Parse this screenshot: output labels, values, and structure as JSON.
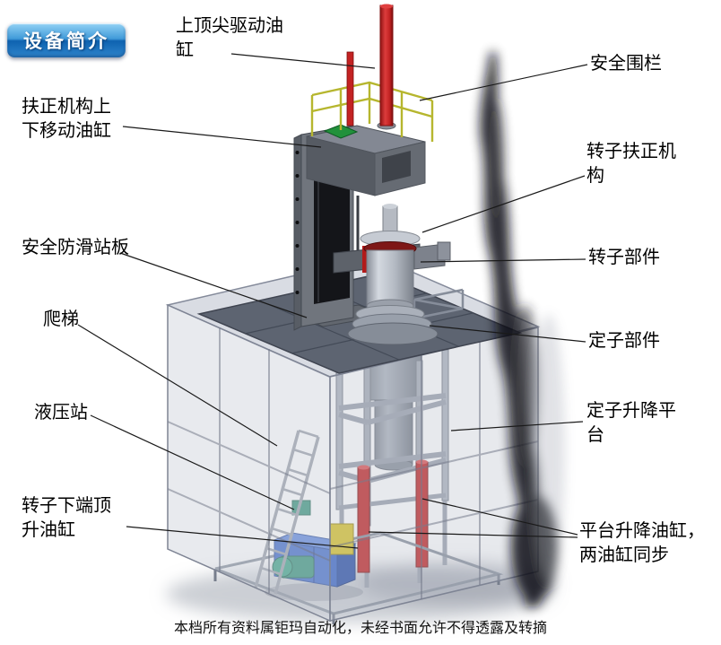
{
  "page": {
    "footer": "本档所有资料属钜玛自动化，未经书面允许不得透露及转摘",
    "background_color": "#ffffff"
  },
  "badge": {
    "label": "设备简介",
    "color_top": "#93d2f5",
    "color_bottom": "#0e62b0",
    "text_color": "#ffffff"
  },
  "labels": [
    {
      "id": "top-tip-drive-cylinder",
      "text": "上顶尖驱动油缸",
      "side": "left"
    },
    {
      "id": "safety-fence",
      "text": "安全围栏",
      "side": "right"
    },
    {
      "id": "centering-updown-cylinder",
      "text": "扶正机构上下移动油缸",
      "side": "left"
    },
    {
      "id": "rotor-centering-mechanism",
      "text": "转子扶正机构",
      "side": "right"
    },
    {
      "id": "anti-slip-standing-board",
      "text": "安全防滑站板",
      "side": "left"
    },
    {
      "id": "rotor-component",
      "text": "转子部件",
      "side": "right"
    },
    {
      "id": "ladder",
      "text": "爬梯",
      "side": "left"
    },
    {
      "id": "stator-component",
      "text": "定子部件",
      "side": "right"
    },
    {
      "id": "hydraulic-station",
      "text": "液压站",
      "side": "left"
    },
    {
      "id": "stator-lift-platform",
      "text": "定子升降平台",
      "side": "right"
    },
    {
      "id": "rotor-bottom-jack-cylinder",
      "text": "转子下端顶升油缸",
      "side": "left"
    },
    {
      "id": "platform-lift-cylinders",
      "text": "平台升降油缸，两油缸同步",
      "side": "right"
    }
  ],
  "machine": {
    "colors": {
      "cylinder_red": "#c32222",
      "railing_yellow": "#b6b62e",
      "hydraulic_blue": "#3a66c8",
      "pump_green": "#2f8f75",
      "steel_gray": "#a3a9b5",
      "deck_gray": "#5d6471"
    }
  }
}
